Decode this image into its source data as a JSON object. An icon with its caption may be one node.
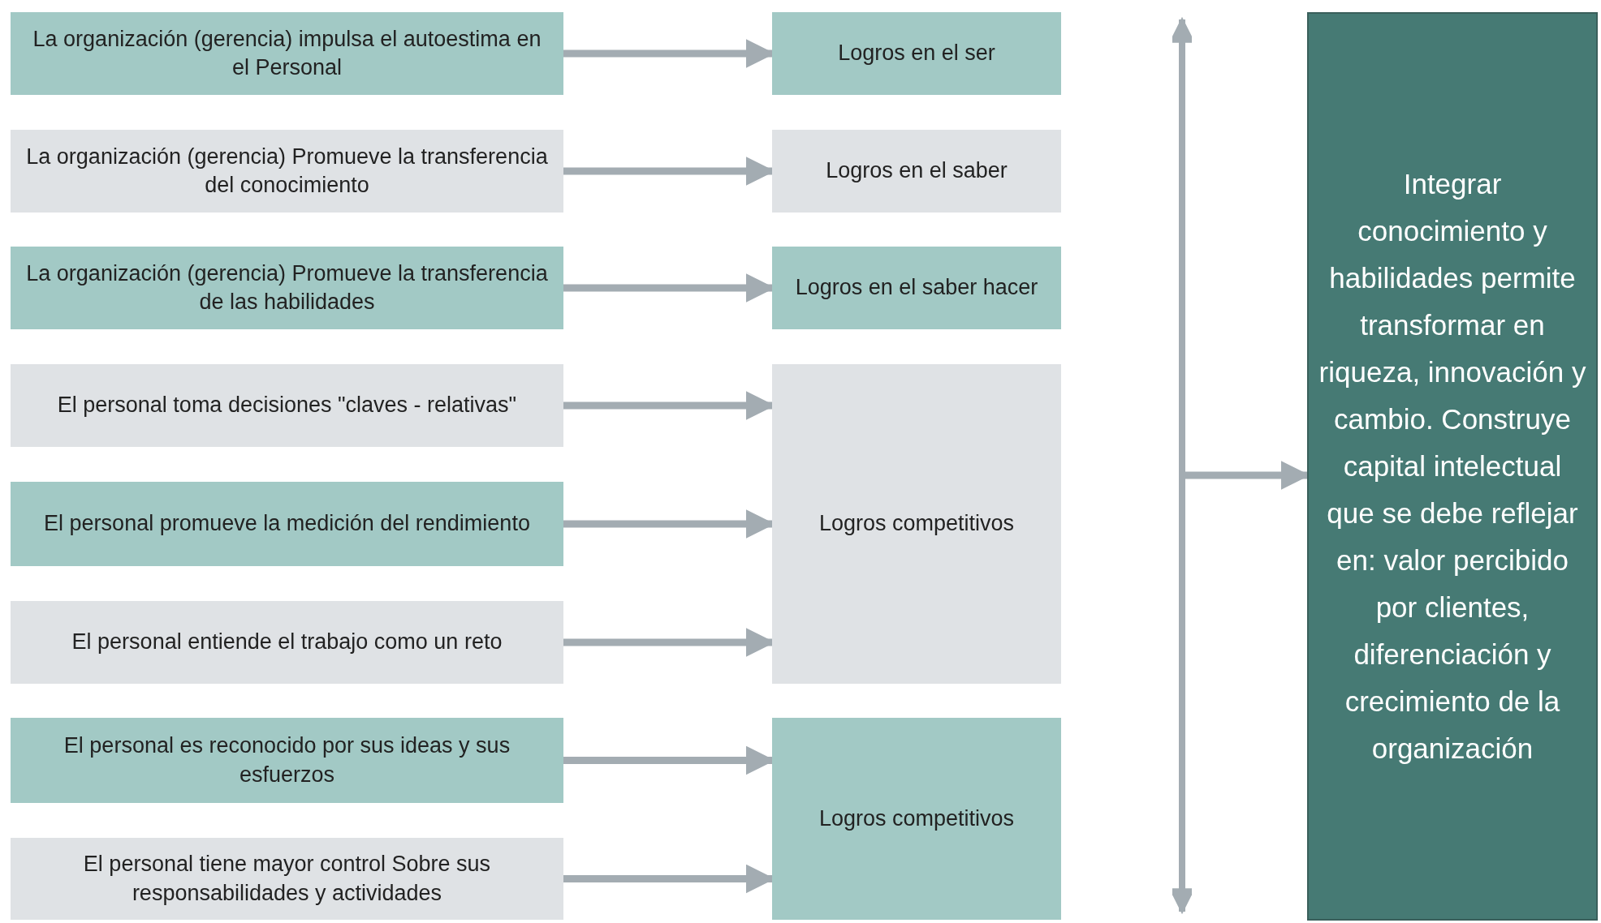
{
  "diagram": {
    "nodes": [
      {
        "text": [
          "La organización (gerencia) impulsa el autoestima en el Personal"
        ]
      },
      {
        "text": [
          "La organización (gerencia) Promueve la transferencia del conocimiento"
        ]
      },
      {
        "text": [
          "La organización (gerencia) Promueve la transferencia de las habilidades"
        ]
      },
      {
        "text": [
          "El personal toma decisiones \"claves - relativas\""
        ]
      },
      {
        "text": [
          "El personal promueve la medición del rendimiento"
        ]
      },
      {
        "text": [
          "El personal entiende el trabajo como un reto"
        ]
      },
      {
        "text": [
          "El personal es reconocido por sus ideas y sus esfuerzos"
        ]
      },
      {
        "text": [
          "El personal tiene mayor control Sobre sus responsabilidades y actividades"
        ]
      },
      {
        "text": [
          "Logros en el ser"
        ]
      },
      {
        "text": [
          "Logros en el saber"
        ]
      },
      {
        "text": [
          "Logros en el saber hacer"
        ]
      },
      {
        "text": [
          "Logros competitivos"
        ]
      },
      {
        "text": [
          "Logros competitivos"
        ]
      },
      {
        "text": [],
        "shape": "bar"
      },
      {
        "text": [
          "Integrar conocimiento y habilidades permite transformar en riqueza, innovación y cambio. Construye capital intelectual que se debe reflejar en: valor percibido por clientes, diferenciación y crecimiento de la organización"
        ]
      }
    ],
    "edges": [
      {
        "from": 0,
        "to": 8,
        "arrow": "to"
      },
      {
        "from": 1,
        "to": 9,
        "arrow": "to"
      },
      {
        "from": 2,
        "to": 10,
        "arrow": "to"
      },
      {
        "from": 3,
        "to": 11,
        "arrow": "to"
      },
      {
        "from": 4,
        "to": 11,
        "arrow": "to"
      },
      {
        "from": 5,
        "to": 11,
        "arrow": "to"
      },
      {
        "from": 6,
        "to": 12,
        "arrow": "to"
      },
      {
        "from": 7,
        "to": 12,
        "arrow": "to"
      },
      {
        "from": 13,
        "to": 14,
        "arrow": "to"
      }
    ]
  }
}
